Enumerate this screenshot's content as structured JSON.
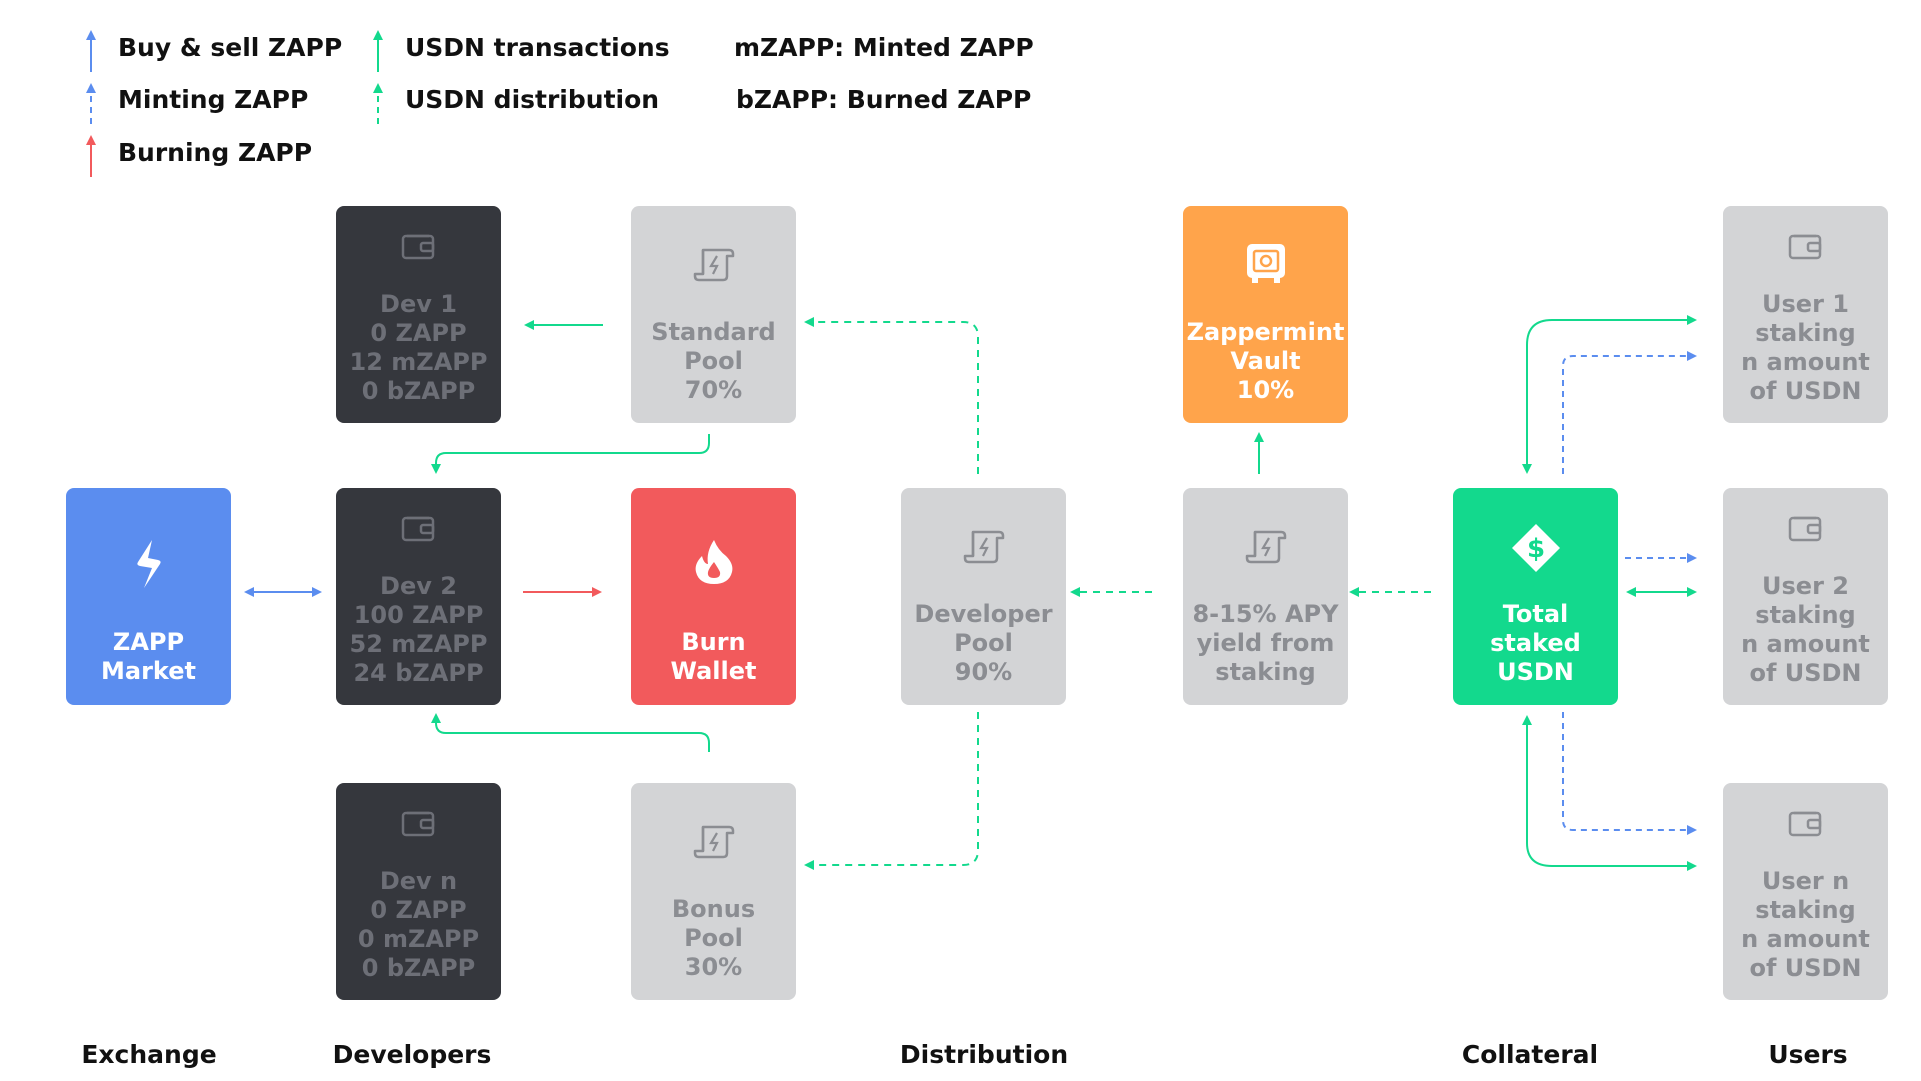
{
  "legend": {
    "buy_sell": "Buy & sell ZAPP",
    "minting": "Minting ZAPP",
    "burning": "Burning ZAPP",
    "usdn_transactions": "USDN transactions",
    "usdn_distribution": "USDN distribution",
    "mzapp_def": "mZAPP: Minted ZAPP",
    "bzapp_def": "bZAPP: Burned ZAPP"
  },
  "nodes": {
    "dev1": {
      "lines": [
        "Dev 1",
        "0 ZAPP",
        "12 mZAPP",
        "0 bZAPP"
      ],
      "icon": "wallet-icon"
    },
    "dev2": {
      "lines": [
        "Dev 2",
        "100 ZAPP",
        "52 mZAPP",
        "24 bZAPP"
      ],
      "icon": "wallet-icon"
    },
    "devn": {
      "lines": [
        "Dev n",
        "0 ZAPP",
        "0 mZAPP",
        "0 bZAPP"
      ],
      "icon": "wallet-icon"
    },
    "standard_pool": {
      "lines": [
        "Standard",
        "Pool",
        "70%"
      ],
      "icon": "scroll-dollar-icon"
    },
    "bonus_pool": {
      "lines": [
        "Bonus",
        "Pool",
        "30%"
      ],
      "icon": "scroll-dollar-icon"
    },
    "developer_pool": {
      "lines": [
        "Developer",
        "Pool",
        "90%"
      ],
      "icon": "scroll-dollar-icon"
    },
    "zapp_market": {
      "lines": [
        "ZAPP",
        "Market"
      ],
      "icon": "lightning-icon"
    },
    "burn_wallet": {
      "lines": [
        "Burn",
        "Wallet"
      ],
      "icon": "flame-icon"
    },
    "vault": {
      "lines": [
        "Zappermint",
        "Vault",
        "10%"
      ],
      "icon": "safe-icon"
    },
    "yield": {
      "lines": [
        "8-15% APY",
        "yield from",
        "staking"
      ],
      "icon": "scroll-dollar-icon"
    },
    "total_staked": {
      "lines": [
        "Total",
        "staked",
        "USDN"
      ],
      "icon": "dollar-diamond-icon"
    },
    "user1": {
      "lines": [
        "User 1",
        "staking",
        "n amount",
        "of USDN"
      ],
      "icon": "wallet-icon"
    },
    "user2": {
      "lines": [
        "User 2",
        "staking",
        "n amount",
        "of USDN"
      ],
      "icon": "wallet-icon"
    },
    "usern": {
      "lines": [
        "User n",
        "staking",
        "n amount",
        "of USDN"
      ],
      "icon": "wallet-icon"
    }
  },
  "columns": {
    "exchange": "Exchange",
    "developers": "Developers",
    "distribution": "Distribution",
    "collateral": "Collateral",
    "users": "Users"
  },
  "colors": {
    "blue": "#5b8def",
    "green": "#13d98d",
    "red": "#f25a5c",
    "orange": "#ffa44b",
    "dark": "#35373d",
    "gray": "#d3d4d6"
  }
}
